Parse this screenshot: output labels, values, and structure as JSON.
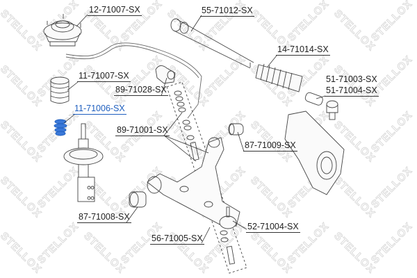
{
  "watermark": "STELLOX",
  "highlight_color": "#1f5fbf",
  "parts": [
    {
      "id": "top-mount",
      "label": "12-71007-SX"
    },
    {
      "id": "inner-tie-rod",
      "label": "55-71012-SX"
    },
    {
      "id": "steering-boot",
      "label": "14-71014-SX"
    },
    {
      "id": "tie-rod-end-a",
      "label": "51-71003-SX"
    },
    {
      "id": "tie-rod-end-b",
      "label": "51-71004-SX"
    },
    {
      "id": "dust-boot",
      "label": "11-71007-SX"
    },
    {
      "id": "stabilizer-bushing",
      "label": "89-71028-SX"
    },
    {
      "id": "bump-stop",
      "label": "11-71006-SX",
      "highlighted": true
    },
    {
      "id": "stabilizer-link",
      "label": "89-71001-SX"
    },
    {
      "id": "rear-arm-bushing",
      "label": "87-71009-SX"
    },
    {
      "id": "front-arm-bushing",
      "label": "87-71008-SX"
    },
    {
      "id": "ball-joint",
      "label": "52-71004-SX"
    },
    {
      "id": "control-arm",
      "label": "56-71005-SX"
    }
  ]
}
